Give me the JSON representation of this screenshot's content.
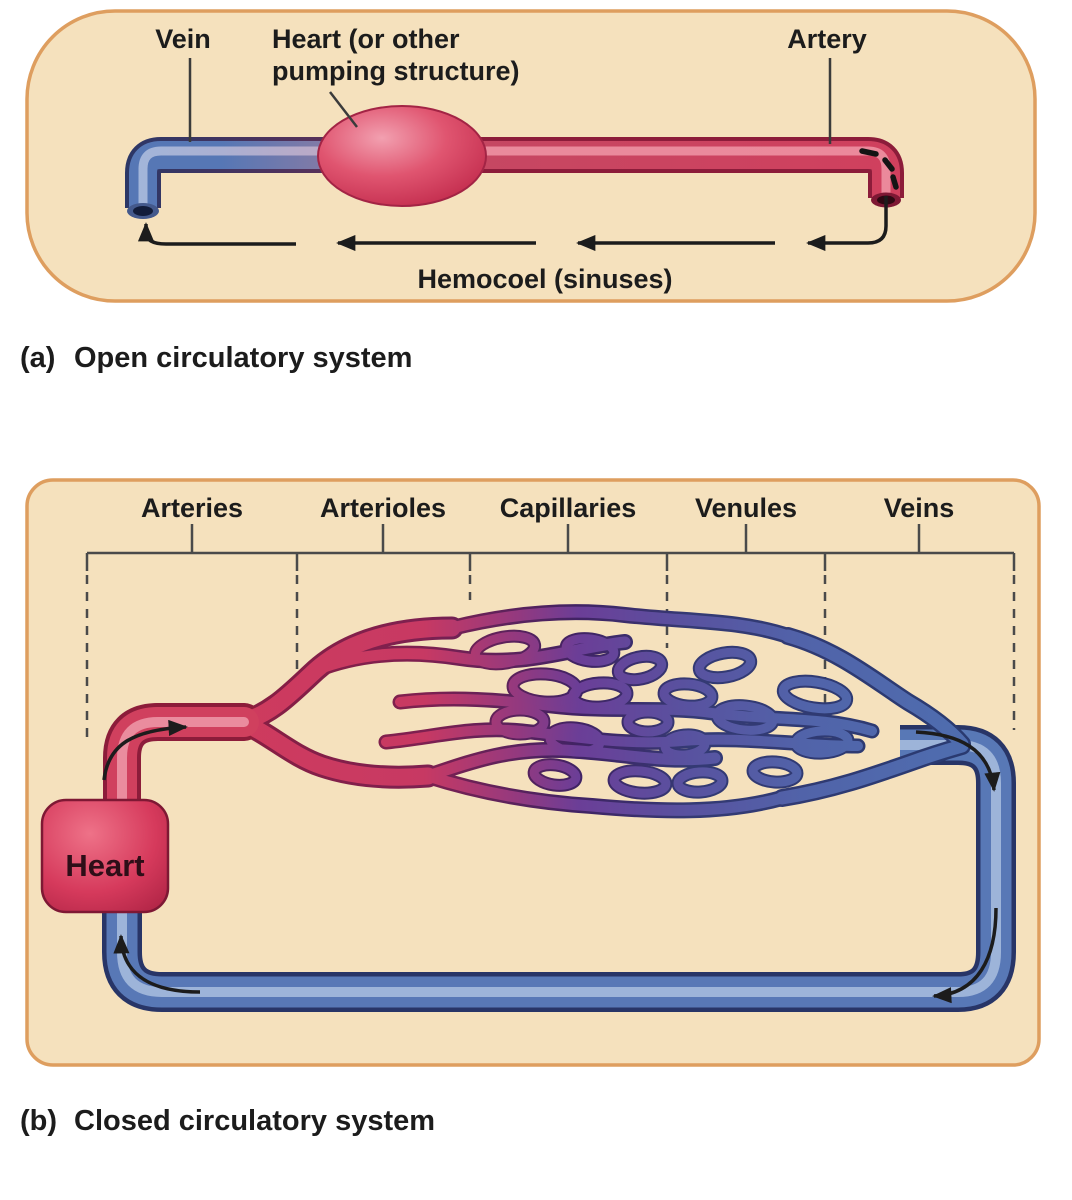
{
  "panel_a": {
    "caption_prefix": "(a)",
    "caption_text": "Open circulatory system",
    "labels": {
      "vein": "Vein",
      "heart_line1": "Heart (or other",
      "heart_line2": "pumping structure)",
      "artery": "Artery",
      "hemocoel": "Hemocoel (sinuses)"
    }
  },
  "panel_b": {
    "caption_prefix": "(b)",
    "caption_text": "Closed circulatory system",
    "labels": {
      "arteries": "Arteries",
      "arterioles": "Arterioles",
      "capillaries": "Capillaries",
      "venules": "Venules",
      "veins": "Veins",
      "heart": "Heart"
    }
  },
  "colors": {
    "panel_background": "#F5E1BD",
    "panel_border": "#DE9E5F",
    "artery_red": "#D0405E",
    "vein_blue": "#5878B6",
    "capillary_purple": "#6B3E97",
    "heart_red": "#CC2F52",
    "flow_arrow_black": "#1C1C1C",
    "label_text": "#1C1C1C"
  }
}
